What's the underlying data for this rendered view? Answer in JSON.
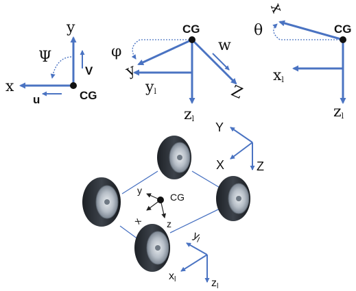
{
  "colors": {
    "axis": "#4a73c2",
    "text": "#111111",
    "tire": "#2b2f36",
    "rim": "#a9b2bc"
  },
  "yaw_panel": {
    "axis_x": "x",
    "axis_y": "y",
    "angle": "Ψ",
    "vel_v": "V",
    "vel_u": "u",
    "origin": "CG"
  },
  "roll_panel": {
    "origin": "CG",
    "angle": "φ",
    "axis_y_rot": "y",
    "axis_yl": "y",
    "axis_yl_sub": "l",
    "axis_zl": "z",
    "axis_zl_sub": "l",
    "axis_z_rot": "Z",
    "vel_w": "w"
  },
  "pitch_panel": {
    "origin": "CG",
    "angle": "θ",
    "axis_x_rot": "x",
    "axis_xl": "x",
    "axis_xl_sub": "l",
    "axis_zl": "z",
    "axis_zl_sub": "l"
  },
  "vehicle": {
    "global_frame": {
      "y": "Y",
      "x": "X",
      "z": "Z"
    },
    "body_frame": {
      "origin": "CG",
      "y": "y",
      "x": "x",
      "z": "z"
    },
    "local_frame": {
      "yl": "y",
      "yl_sub": "l",
      "xl": "x",
      "xl_sub": "l",
      "zl": "z",
      "zl_sub": "l"
    },
    "tires": [
      "front",
      "left",
      "right",
      "rear"
    ]
  }
}
